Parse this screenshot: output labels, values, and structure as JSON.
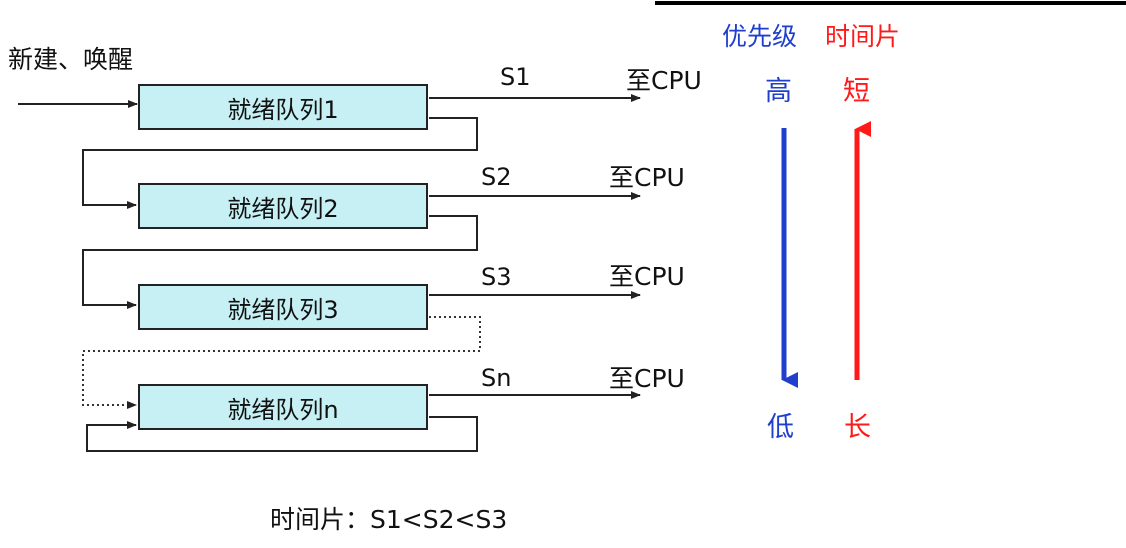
{
  "header": {
    "priority": "优先级",
    "time_slice": "时间片"
  },
  "entry_label": "新建、唤醒",
  "queues": [
    {
      "label": "就绪队列1",
      "slice": "S1",
      "dest": "至CPU"
    },
    {
      "label": "就绪队列2",
      "slice": "S2",
      "dest": "至CPU"
    },
    {
      "label": "就绪队列3",
      "slice": "S3",
      "dest": "至CPU"
    },
    {
      "label": "就绪队列n",
      "slice": "Sn",
      "dest": "至CPU"
    }
  ],
  "priority_scale": {
    "top": "高",
    "bottom": "低"
  },
  "slice_scale": {
    "top": "短",
    "bottom": "长"
  },
  "footer": "时间片：S1<S2<S3",
  "colors": {
    "queue_fill": "#c6f0f3",
    "priority": "#1f3fcc",
    "slice": "#ff1a1a",
    "line": "#222222"
  }
}
